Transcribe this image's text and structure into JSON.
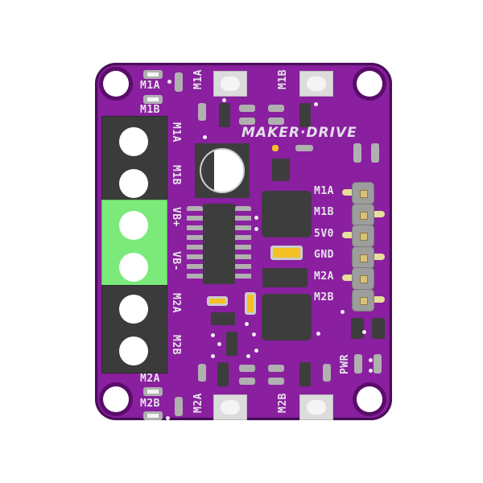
{
  "board": {
    "name": "MAKER-DRIVE",
    "logo_text": "MAKER·DRIVE",
    "colors": {
      "soldermask": "#8a1fa0",
      "silkscreen": "#e8e4ea",
      "terminal_black": "#3b3b3b",
      "terminal_green": "#7bea7b",
      "pad": "#a8a8a8",
      "chip": "#3d3d3d",
      "capacitor_yellow": "#f4c024"
    }
  },
  "led_labels": {
    "top": [
      "M1A",
      "M1B"
    ],
    "bottom": [
      "M2A",
      "M2B"
    ],
    "power": "PWR"
  },
  "buttons": {
    "top": [
      "M1A",
      "M1B"
    ],
    "bottom": [
      "M2A",
      "M2B"
    ]
  },
  "terminal_labels": [
    "M1A",
    "M1B",
    "VB+",
    "VB-",
    "M2A",
    "M2B"
  ],
  "header_labels": [
    "M1A",
    "M1B",
    "5V0",
    "GND",
    "M2A",
    "M2B"
  ]
}
